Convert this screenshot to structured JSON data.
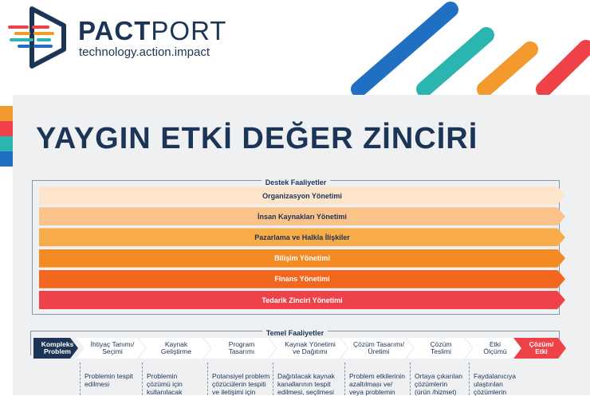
{
  "brand": {
    "name_bold": "PACT",
    "name_light": "PORT",
    "tagline": "technology.action.impact"
  },
  "colors": {
    "navy": "#1c3557",
    "red": "#ef4248",
    "orange": "#f39a2e",
    "teal": "#2bb5b1",
    "blue": "#1f6fc3"
  },
  "slide": {
    "title": "YAYGIN ETKİ DEĞER ZİNCİRİ",
    "support_heading": "Destek Faaliyetler",
    "support_activities": [
      {
        "label": "Organizasyon Yönetimi",
        "color": "#fde5cc"
      },
      {
        "label": "İnsan Kaynakları Yönetimi",
        "color": "#fbc38a"
      },
      {
        "label": "Pazarlama ve Halkla İlişkiler",
        "color": "#f8ac49"
      },
      {
        "label": "Bilişim Yönetimi",
        "color": "#f38b22"
      },
      {
        "label": "Finans Yönetimi",
        "color": "#f3661d"
      },
      {
        "label": "Tedarik Zinciri Yönetimi",
        "color": "#ef4248"
      }
    ],
    "primary_heading": "Temel Faaliyetler",
    "primary_steps": [
      {
        "label": "Kompleks\nProblem",
        "desc": ""
      },
      {
        "label": "İhtiyaç Tanımı/\nSeçimi",
        "desc": "Problemin tespit\nedilmesi"
      },
      {
        "label": "Kaynak\nGeliştirme",
        "desc": "Problemin\nçözümü için\nkullanılacak"
      },
      {
        "label": "Program\nTasarımı",
        "desc": "Potansiyel problem\nçözücülerin tespiti\nve iletişimi için"
      },
      {
        "label": "Kaynak Yönetimi\nve Dağıtımı",
        "desc": "Dağıtılacak kaynak\nkanallarının tespit\nedilmesi, seçilmesi"
      },
      {
        "label": "Çözüm Tasarımı/\nÜretimi",
        "desc": "Problem etkilerinin\nazaltılması ve/\nveya problemin"
      },
      {
        "label": "Çözüm\nTeslimi",
        "desc": "Ortaya çıkarılan\nçözümlerin\n(ürün /hizmet)"
      },
      {
        "label": "Etki\nÖlçümü",
        "desc": "Faydalanıcıya\nulaştırılan\nçözümlerin"
      },
      {
        "label": "Çözüm/\nEtki",
        "desc": ""
      }
    ]
  }
}
